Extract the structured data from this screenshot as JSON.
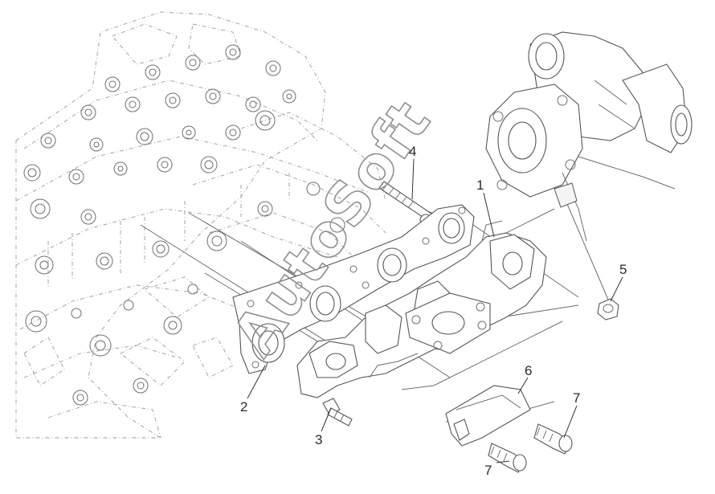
{
  "watermark": "AutoSoft",
  "callouts": [
    {
      "id": "1",
      "label": "1"
    },
    {
      "id": "2",
      "label": "2"
    },
    {
      "id": "3",
      "label": "3"
    },
    {
      "id": "4",
      "label": "4"
    },
    {
      "id": "5",
      "label": "5"
    },
    {
      "id": "6",
      "label": "6"
    },
    {
      "id": "7a",
      "label": "7"
    },
    {
      "id": "7b",
      "label": "7"
    }
  ]
}
